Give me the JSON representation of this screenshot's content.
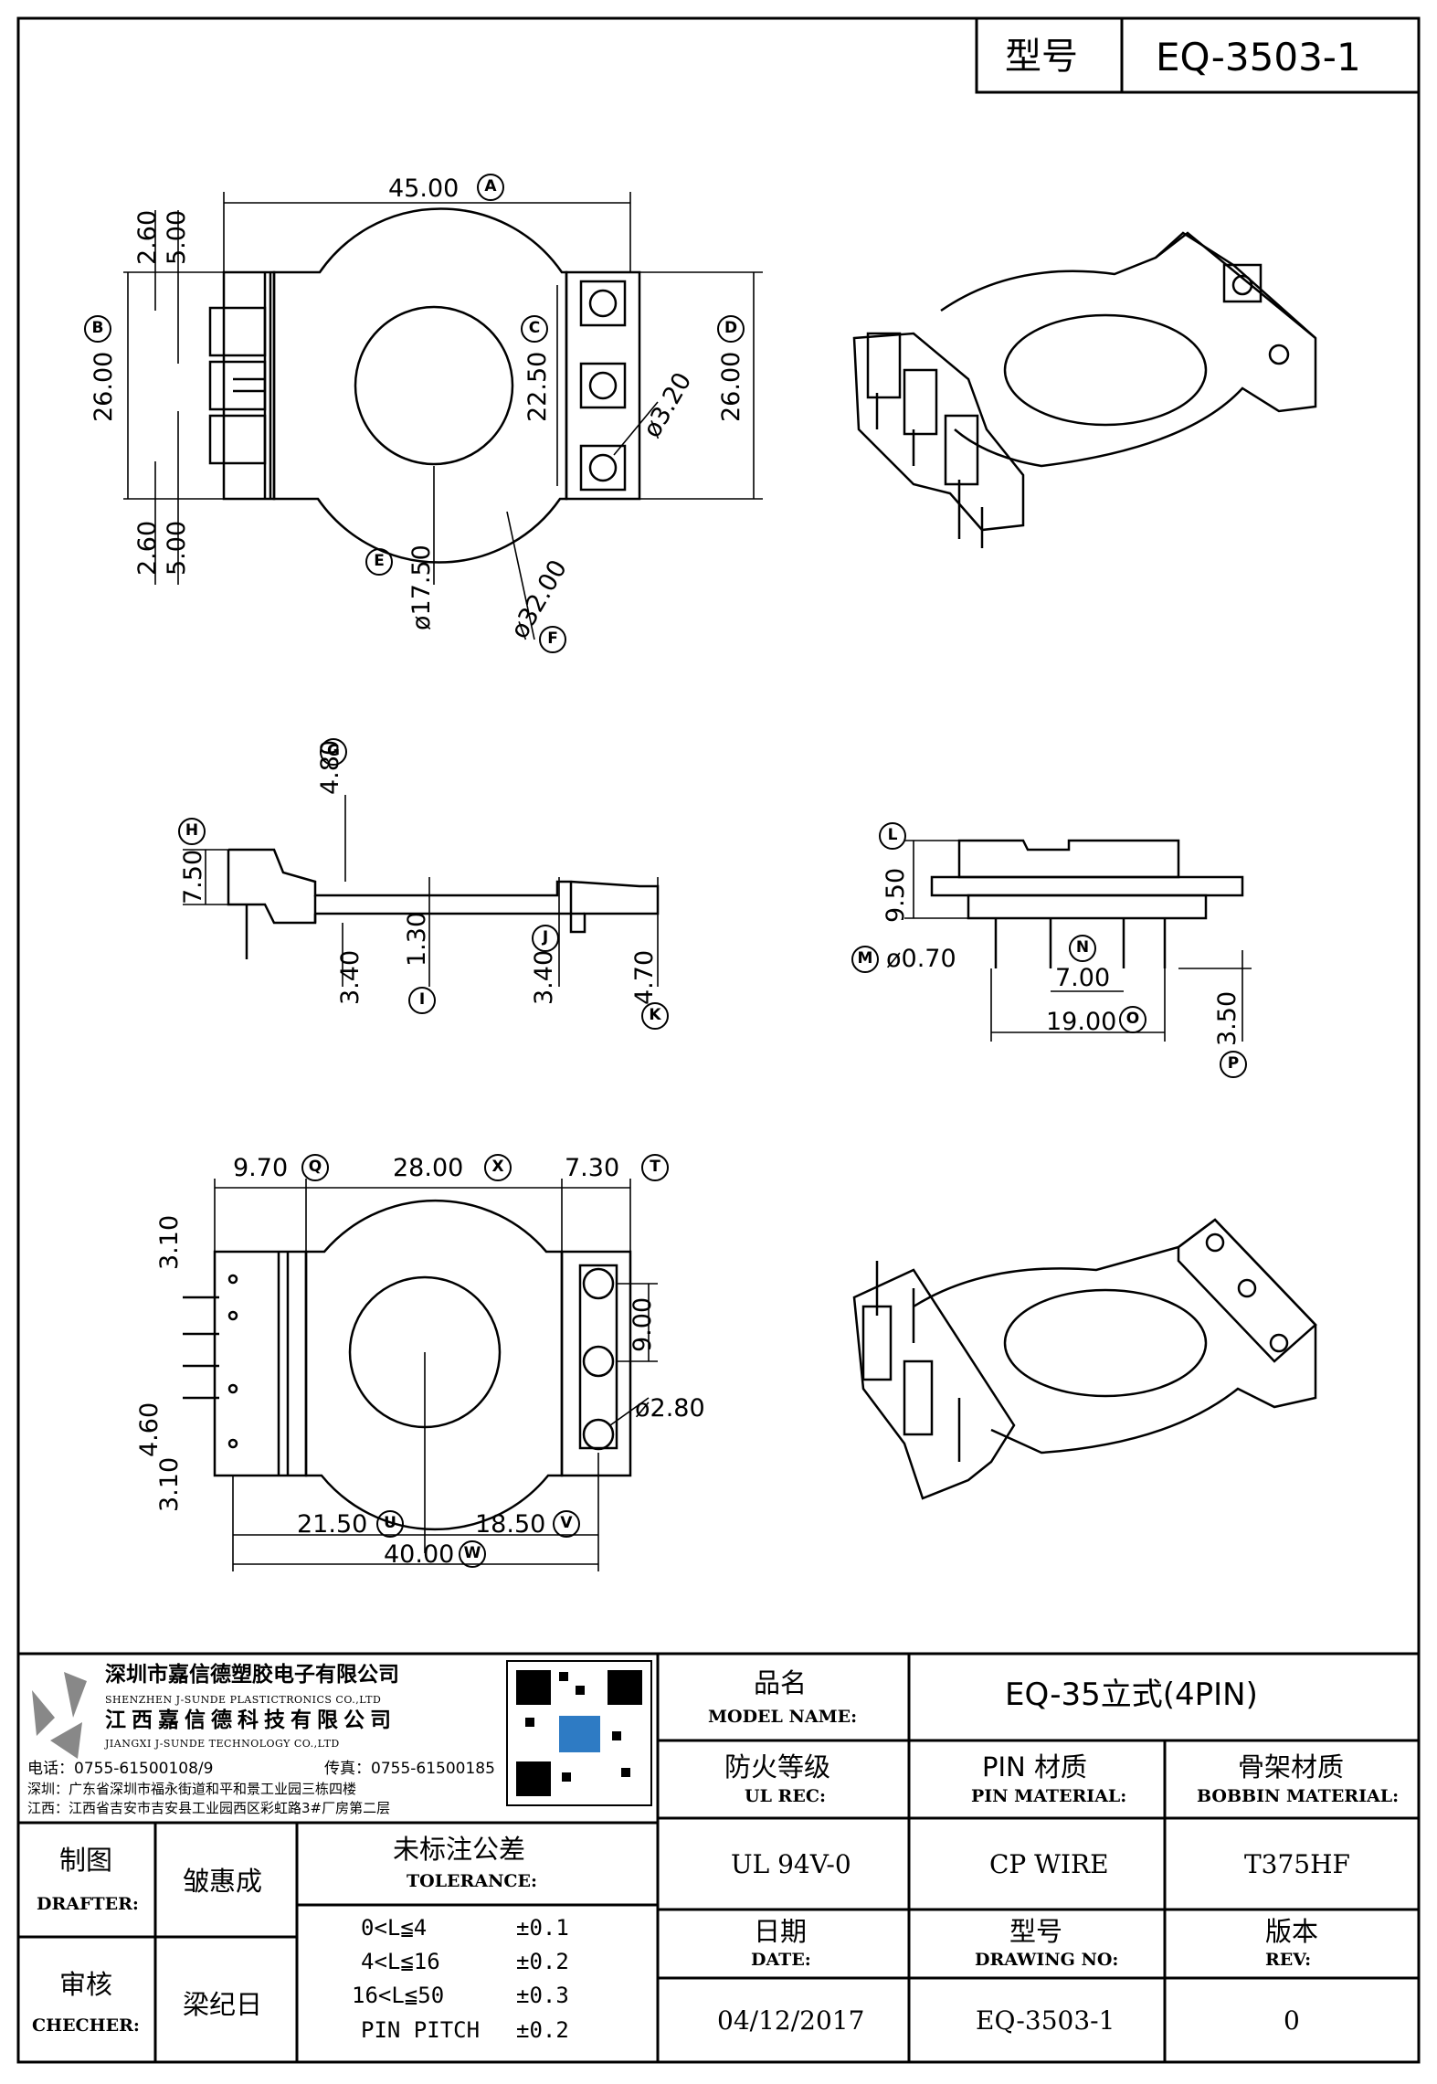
{
  "header": {
    "type_label": "型号",
    "type_value": "EQ-3503-1"
  },
  "dims_top": {
    "A": "45.00",
    "B": "26.00",
    "C": "22.50",
    "D": "26.00",
    "E": "ø17.50",
    "F": "ø32.00",
    "pin_hole": "ø3.20",
    "pin_offset_top_1": "2.60",
    "pin_offset_top_2": "5.00",
    "pin_offset_bot_1": "2.60",
    "pin_offset_bot_2": "5.00"
  },
  "dims_side": {
    "G": "4.80",
    "H": "7.50",
    "I": "1.30",
    "J": "3.40",
    "K": "4.70",
    "left_3_40": "3.40",
    "L": "9.50",
    "M": "ø0.70",
    "N": "7.00",
    "O": "19.00",
    "P": "3.50"
  },
  "dims_bottom": {
    "Q": "9.70",
    "X": "28.00",
    "T": "7.30",
    "U": "21.50",
    "V": "18.50",
    "W": "40.00",
    "pitch_9": "9.00",
    "hole_2_80": "ø2.80",
    "left_3_10_top": "3.10",
    "left_4_60": "4.60",
    "left_3_10_bot": "3.10"
  },
  "markers": [
    "A",
    "B",
    "C",
    "D",
    "E",
    "F",
    "G",
    "H",
    "I",
    "J",
    "K",
    "L",
    "M",
    "N",
    "O",
    "P",
    "Q",
    "X",
    "T",
    "U",
    "V",
    "W"
  ],
  "company": {
    "name_cn_1": "深圳市嘉信德塑胶电子有限公司",
    "name_en_1": "SHENZHEN J-SUNDE PLASTICTRONICS CO.,LTD",
    "name_cn_2": "江西嘉信德科技有限公司",
    "name_en_2": "JIANGXI J-SUNDE TECHNOLOGY CO.,LTD",
    "tel": "电话：0755-61500108/9",
    "fax": "传真：0755-61500185",
    "addr_sz": "深圳：广东省深圳市福永街道和平和景工业园三栋四楼",
    "addr_jx": "江西：江西省吉安市吉安县工业园西区彩虹路3#厂房第二层"
  },
  "title_block": {
    "model_name_cn": "品名",
    "model_name_en": "MODEL NAME:",
    "model_name_value": "EQ-35立式(4PIN)",
    "ul_cn": "防火等级",
    "ul_en": "UL REC:",
    "ul_value": "UL 94V-0",
    "pin_cn": "PIN 材质",
    "pin_en": "PIN MATERIAL:",
    "pin_value": "CP WIRE",
    "bobbin_cn": "骨架材质",
    "bobbin_en": "BOBBIN MATERIAL:",
    "bobbin_value": "T375HF",
    "drafter_cn": "制图",
    "drafter_en": "DRAFTER:",
    "drafter_value": "皱惠成",
    "checker_cn": "审核",
    "checker_en": "CHECHER:",
    "checker_value": "梁纪日",
    "tol_cn": "未标注公差",
    "tol_en": "TOLERANCE:",
    "tol_rows": [
      {
        "range": "0<L≦4",
        "value": "±0.1"
      },
      {
        "range": "4<L≦16",
        "value": "±0.2"
      },
      {
        "range": "16<L≦50",
        "value": "±0.3"
      },
      {
        "range": "PIN PITCH",
        "value": "±0.2"
      }
    ],
    "date_cn": "日期",
    "date_en": "DATE:",
    "date_value": "04/12/2017",
    "dwg_cn": "型号",
    "dwg_en": "DRAWING NO:",
    "dwg_value": "EQ-3503-1",
    "rev_cn": "版本",
    "rev_en": "REV:",
    "rev_value": "0"
  }
}
